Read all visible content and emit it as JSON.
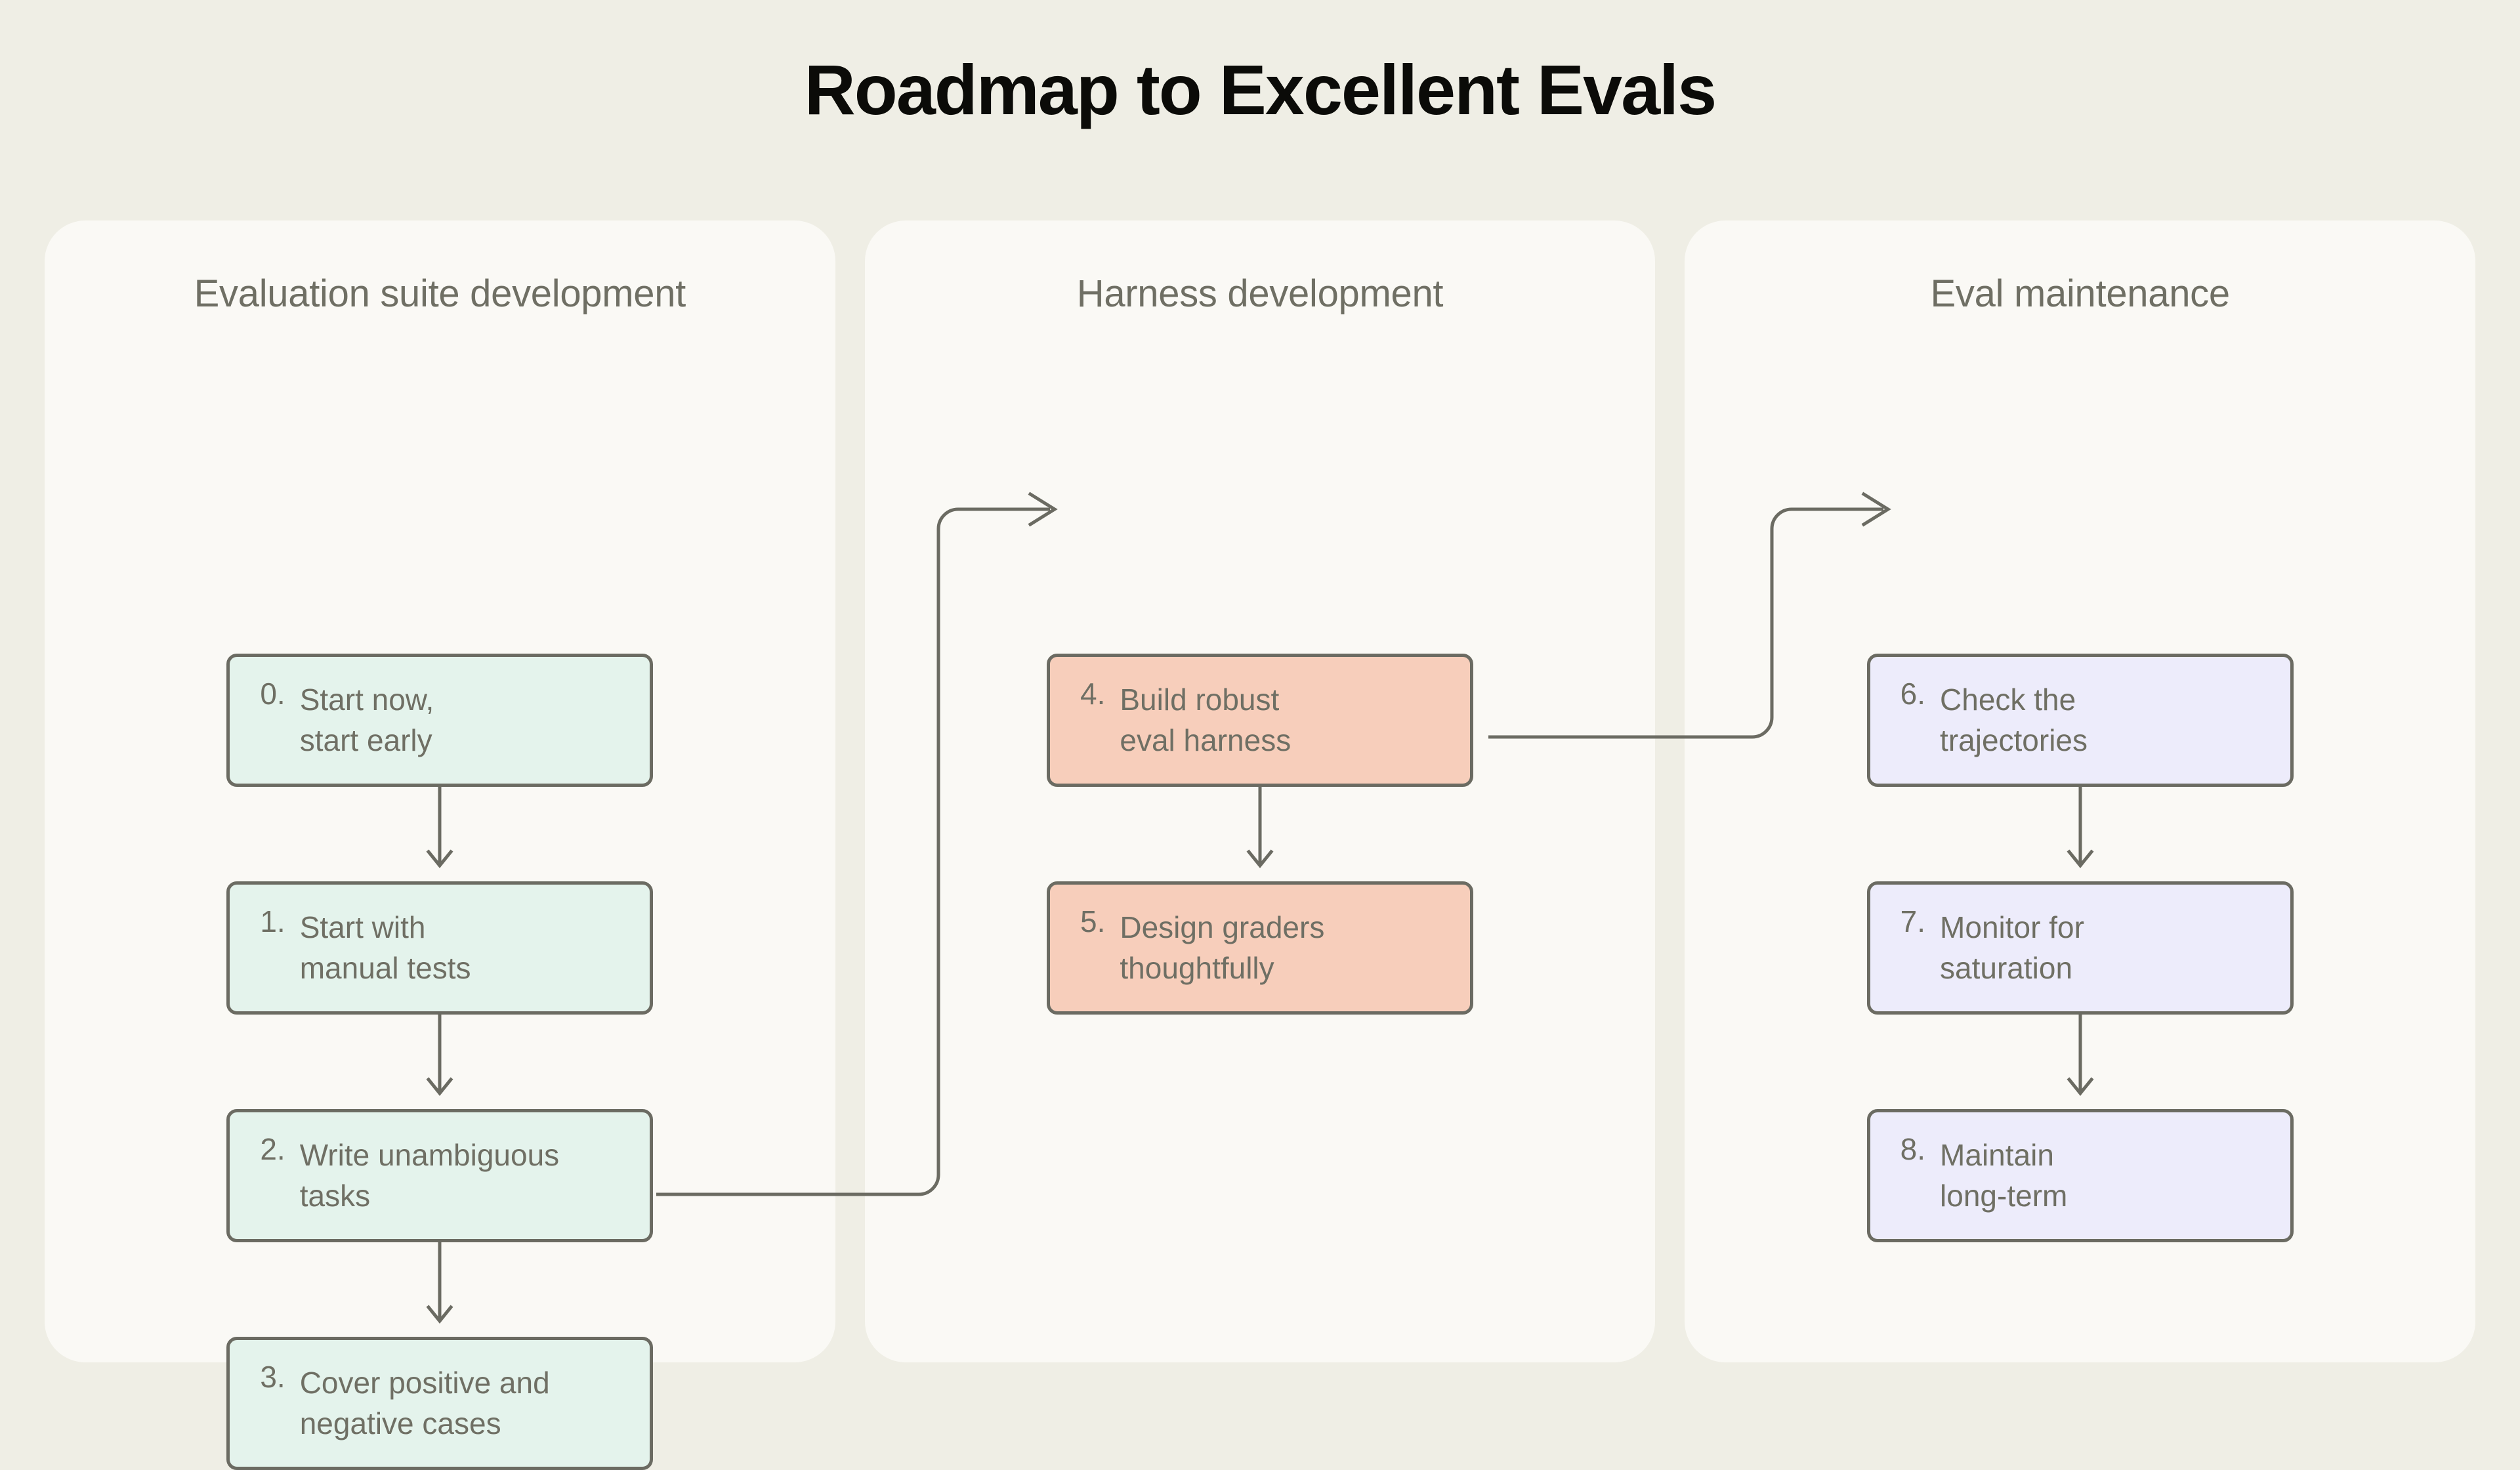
{
  "title": "Roadmap to Excellent Evals",
  "colors": {
    "page_background": "#EFEEE5",
    "panel_background": "#FAF9F5",
    "title_text": "#0B0B08",
    "label_text": "#6F6F64",
    "stroke": "#6B6B62",
    "stage_1_fill": "#E4F3EC",
    "stage_2_fill": "#F7CEBB",
    "stage_3_fill": "#EDECFB"
  },
  "columns": [
    {
      "id": "evaluation-suite-development",
      "heading": "Evaluation suite development",
      "accent": "green",
      "steps": [
        {
          "num": "0.",
          "label": "Start now,\nstart early"
        },
        {
          "num": "1.",
          "label": "Start with\nmanual tests"
        },
        {
          "num": "2.",
          "label": "Write unambiguous\ntasks"
        },
        {
          "num": "3.",
          "label": "Cover positive and\nnegative cases"
        }
      ]
    },
    {
      "id": "harness-development",
      "heading": "Harness development",
      "accent": "salmon",
      "steps": [
        {
          "num": "4.",
          "label": "Build robust\neval harness"
        },
        {
          "num": "5.",
          "label": "Design graders\nthoughtfully"
        }
      ]
    },
    {
      "id": "eval-maintenance",
      "heading": "Eval maintenance",
      "accent": "violet",
      "steps": [
        {
          "num": "6.",
          "label": "Check the\ntrajectories"
        },
        {
          "num": "7.",
          "label": "Monitor for\nsaturation"
        },
        {
          "num": "8.",
          "label": "Maintain\nlong-term"
        }
      ]
    }
  ],
  "connectors": [
    {
      "id": "step-0-to-1",
      "kind": "vertical-arrow"
    },
    {
      "id": "step-1-to-2",
      "kind": "vertical-arrow"
    },
    {
      "id": "step-2-to-3",
      "kind": "vertical-arrow"
    },
    {
      "id": "step-3-to-4",
      "kind": "elbow-arrow-right-up"
    },
    {
      "id": "step-4-to-5",
      "kind": "vertical-arrow"
    },
    {
      "id": "step-5-to-6",
      "kind": "elbow-arrow-right-up"
    },
    {
      "id": "step-6-to-7",
      "kind": "vertical-arrow"
    },
    {
      "id": "step-7-to-8",
      "kind": "vertical-arrow"
    }
  ]
}
